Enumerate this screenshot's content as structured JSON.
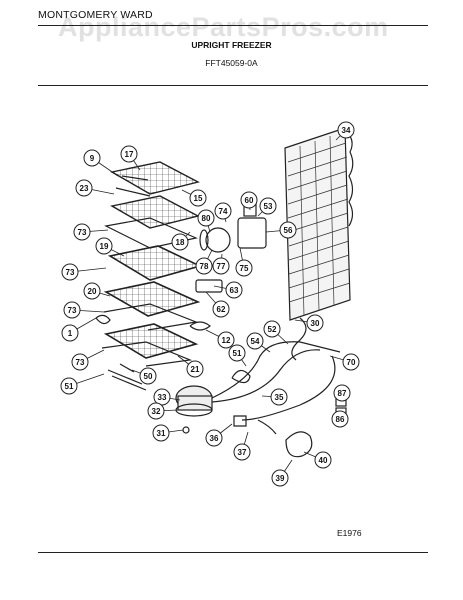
{
  "header": {
    "brand": "MONTGOMERY WARD",
    "watermark": "AppliancePartsPros.com",
    "title": "UPRIGHT FREEZER",
    "model": "FFT45059-0A"
  },
  "diagram_code": "E1976",
  "callouts": [
    {
      "id": "c-9",
      "label": "9"
    },
    {
      "id": "c-17",
      "label": "17"
    },
    {
      "id": "c-23",
      "label": "23"
    },
    {
      "id": "c-15",
      "label": "15"
    },
    {
      "id": "c-80",
      "label": "80"
    },
    {
      "id": "c-74",
      "label": "74"
    },
    {
      "id": "c-60",
      "label": "60"
    },
    {
      "id": "c-53",
      "label": "53"
    },
    {
      "id": "c-34",
      "label": "34"
    },
    {
      "id": "c-73a",
      "label": "73"
    },
    {
      "id": "c-18",
      "label": "18"
    },
    {
      "id": "c-56",
      "label": "56"
    },
    {
      "id": "c-19",
      "label": "19"
    },
    {
      "id": "c-78",
      "label": "78"
    },
    {
      "id": "c-77",
      "label": "77"
    },
    {
      "id": "c-75",
      "label": "75"
    },
    {
      "id": "c-73b",
      "label": "73"
    },
    {
      "id": "c-63",
      "label": "63"
    },
    {
      "id": "c-20",
      "label": "20"
    },
    {
      "id": "c-62",
      "label": "62"
    },
    {
      "id": "c-73c",
      "label": "73"
    },
    {
      "id": "c-30",
      "label": "30"
    },
    {
      "id": "c-1",
      "label": "1"
    },
    {
      "id": "c-52",
      "label": "52"
    },
    {
      "id": "c-12",
      "label": "12"
    },
    {
      "id": "c-54",
      "label": "54"
    },
    {
      "id": "c-73d",
      "label": "73"
    },
    {
      "id": "c-51a",
      "label": "51"
    },
    {
      "id": "c-70",
      "label": "70"
    },
    {
      "id": "c-21",
      "label": "21"
    },
    {
      "id": "c-51b",
      "label": "51"
    },
    {
      "id": "c-50",
      "label": "50"
    },
    {
      "id": "c-87",
      "label": "87"
    },
    {
      "id": "c-33",
      "label": "33"
    },
    {
      "id": "c-35",
      "label": "35"
    },
    {
      "id": "c-32",
      "label": "32"
    },
    {
      "id": "c-86",
      "label": "86"
    },
    {
      "id": "c-31",
      "label": "31"
    },
    {
      "id": "c-36",
      "label": "36"
    },
    {
      "id": "c-37",
      "label": "37"
    },
    {
      "id": "c-40",
      "label": "40"
    },
    {
      "id": "c-39",
      "label": "39"
    }
  ]
}
